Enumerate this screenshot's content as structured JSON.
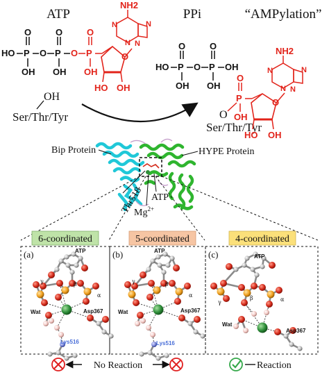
{
  "colors": {
    "black": "#111111",
    "red": "#e2231a",
    "cyan_protein": "#20c8d8",
    "green_protein": "#2fb52f",
    "label_green": "#bfe3a8",
    "label_orange": "#f6c5a3",
    "label_yellow": "#fbe07a",
    "check_green": "#35a84a",
    "cross_red": "#e02020",
    "lys_blue": "#4a6fd8",
    "atom_red": "#d42a1a",
    "atom_orange": "#f0a020",
    "atom_green": "#2f8f3a",
    "atom_gray": "#b8b8b8",
    "atom_pink": "#f2c8c4",
    "atom_blue": "#7a86d8"
  },
  "header": {
    "atp_title": "ATP",
    "ppi_title": "PPi",
    "ampylation_title": "“AMPylation”"
  },
  "atp_structure": {
    "phosphate_groups": [
      {
        "atom": "P",
        "top_oxygen": "O",
        "bottom_group": "OH"
      },
      {
        "atom": "P",
        "top_oxygen": "O",
        "bottom_group": "OH"
      },
      {
        "atom": "P",
        "top_oxygen": "O",
        "bottom_group": "OH"
      }
    ],
    "left_group": "HO",
    "bridge_oxygen": "O",
    "ring_oxygen": "O",
    "ring_oh": [
      "HO",
      "OH"
    ],
    "adenine": {
      "nh2": "NH2",
      "nitrogens": [
        "N",
        "N",
        "N",
        "N"
      ]
    }
  },
  "ppi_structure": {
    "left_group": "HO",
    "bridge_oxygen": "O",
    "phosphates": [
      {
        "atom": "P",
        "top_oxygen": "O",
        "bottom_group": "OH"
      },
      {
        "atom": "P",
        "top_oxygen": "O",
        "bottom_group": "OH"
      }
    ],
    "right_group": "OH"
  },
  "substrate": {
    "residue_label": "Ser/Thr/Tyr",
    "oh": "OH"
  },
  "product_structure": {
    "residue_label": "Ser/Thr/Tyr",
    "link_oxygen": "O",
    "phosphate": {
      "atom": "P",
      "top_oxygen": "O",
      "bottom_group": "OH"
    },
    "ring_oxygen": "O",
    "ring_oh": [
      "HO",
      "OH"
    ],
    "adenine": {
      "nh2": "NH2",
      "nitrogens": [
        "N",
        "N",
        "N",
        "N"
      ]
    }
  },
  "protein_labels": {
    "bip": "Bip Protein",
    "hype": "HYPE Protein",
    "thr": "Thr518",
    "atp": "ATP",
    "mg": "Mg",
    "mg_charge": "2+"
  },
  "panels": [
    {
      "id": "(a)",
      "coordination": "6-coordinated",
      "atp_label": "ATP",
      "wat_label": "Wat",
      "asp_label": "Asp367",
      "lys_label": "Lys516",
      "greek": [
        "γ",
        "β",
        "α"
      ]
    },
    {
      "id": "(b)",
      "coordination": "5-coordinated",
      "atp_label": "ATP",
      "wat_label": "Wat",
      "asp_label": "Asp367",
      "lys_label": "Lys516",
      "greek": [
        "γ",
        "β",
        "α"
      ]
    },
    {
      "id": "(c)",
      "coordination": "4-coordinated",
      "atp_label": "ATP",
      "wat_label": "Wat",
      "asp_label": "Asp367",
      "lys_label": "",
      "greek": [
        "γ",
        "β",
        "α"
      ]
    }
  ],
  "outcomes": {
    "no_reaction": "No Reaction",
    "reaction": "Reaction"
  }
}
